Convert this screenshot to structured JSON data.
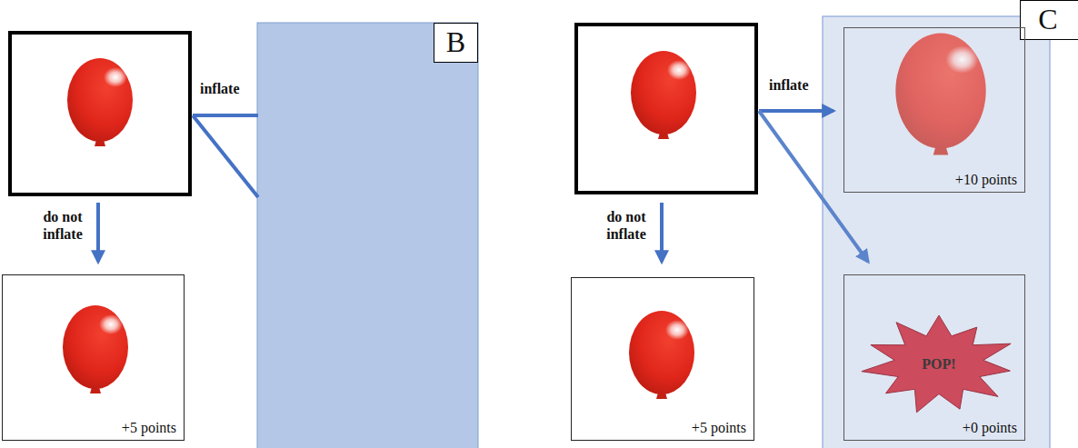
{
  "diagram": {
    "nodes": [
      {
        "text": [
          "B"
        ]
      },
      {
        "text": [
          "+5 points"
        ]
      },
      {
        "text": [
          "C"
        ]
      },
      {
        "text": [
          "+10 points"
        ]
      },
      {
        "text": [
          "+5 points"
        ]
      },
      {
        "text": [
          "+0 points"
        ]
      },
      {
        "text": [
          "POP!"
        ],
        "in": 5
      }
    ],
    "labels": [
      "inflate",
      "do not inflate",
      "inflate",
      "do not inflate"
    ]
  }
}
